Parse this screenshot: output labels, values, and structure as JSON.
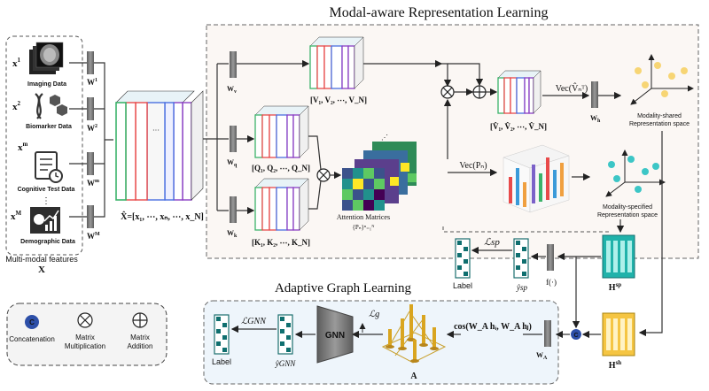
{
  "titles": {
    "modal": "Modal-aware Representation Learning",
    "graph": "Adaptive Graph Learning"
  },
  "inputs": {
    "items": [
      {
        "sym": "x",
        "sup": "1",
        "caption": "Imaging Data",
        "weight": "W",
        "wsup": "1"
      },
      {
        "sym": "x",
        "sup": "2",
        "caption": "Biomarker Data",
        "weight": "W",
        "wsup": "2"
      },
      {
        "sym": "x",
        "sup": "m",
        "caption": "Cognitive Test Data",
        "weight": "W",
        "wsup": "m"
      },
      {
        "sym": "x",
        "sup": "M",
        "caption": "Demographic Data",
        "weight": "W",
        "wsup": "M"
      }
    ],
    "group_label": "Multi-modal features",
    "group_symbol": "X"
  },
  "stack": {
    "formula": "X̂=[x₁, ⋯, xₙ, ⋯, x_N]",
    "dots": "···"
  },
  "attention": {
    "wv": "W",
    "wv_sub": "v",
    "wq": "W",
    "wq_sub": "q",
    "wk": "W",
    "wk_sub": "k",
    "v_label": "[V₁, V₂, ⋯, V_N]",
    "q_label": "[Q₁, Q₂, ⋯, Q_N]",
    "k_label": "[K₁, K₂, ⋯, K_N]",
    "att_label": "Attention Matrices",
    "att_set": "{Pₙ}ⁿ₌₁ᴺ",
    "vhat_label": "[V̂₁, V̂₂, ⋯, V̂_N]",
    "vec_v": "Vec(V̂ₙᵀ)",
    "wh": "W",
    "wh_sub": "h",
    "vec_p": "Vec(Pₙ)",
    "shared_caption_1": "Modality-shared",
    "shared_caption_2": "Representation space",
    "specified_caption_1": "Modality-specified",
    "specified_caption_2": "Representation space"
  },
  "sp_branch": {
    "label": "Label",
    "loss": "ℒsp",
    "y_hat": "ŷsp",
    "f": "f(·)",
    "h_sp": "H",
    "h_sp_sup": "sp"
  },
  "graph": {
    "label": "Label",
    "loss_gnn": "ℒGNN",
    "y_gnn": "ŷGNN",
    "gnn": "GNN",
    "loss_g": "ℒg",
    "cos": "cos(W_A hᵢ, W_A hⱼ)",
    "a": "A",
    "wa": "W",
    "wa_sub": "A",
    "h_sh": "H",
    "h_sh_sup": "sh"
  },
  "legend": {
    "concat_symbol": "C",
    "concat": "Concatenation",
    "mult_1": "Matrix",
    "mult_2": "Multiplication",
    "add_1": "Matrix",
    "add_2": "Addition"
  },
  "colors": {
    "cube_red": "#e84a4a",
    "cube_green": "#3bb36a",
    "cube_blue": "#4a6fe0",
    "cube_purple": "#8a3fc4",
    "teal": "#1aa3a3",
    "yellow": "#f5c542",
    "graph_bg": "#eef5fb",
    "gray_box": "#7a7a7a"
  }
}
